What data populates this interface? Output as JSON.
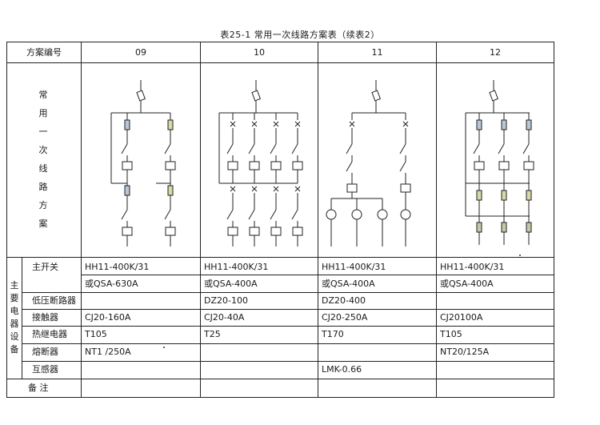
{
  "title": "表25-1  常用一次线路方案表（续表2）",
  "header": {
    "label": "方案编号",
    "schemes": [
      "09",
      "10",
      "11",
      "12"
    ]
  },
  "diagram_row_label": [
    "常",
    "用",
    "一",
    "次",
    "线",
    "路",
    "方",
    "案"
  ],
  "equipment_group_label": [
    "主",
    "要",
    "电",
    "器",
    "设",
    "备"
  ],
  "equipment_rows": [
    {
      "label": "主开关",
      "cells": [
        "HH11-400K/31",
        "HH11-400K/31",
        "HH11-400K/31",
        "HH11-400K/31"
      ]
    },
    {
      "label": "",
      "cells": [
        "或QSA-630A",
        "或QSA-400A",
        "或QSA-400A",
        "或QSA-400A"
      ]
    },
    {
      "label": "低压断路器",
      "cells": [
        "",
        "DZ20-100",
        "DZ20-400",
        ""
      ]
    },
    {
      "label": "接触器",
      "cells": [
        "CJ20-160A",
        "CJ20-40A",
        "CJ20-250A",
        "CJ20100A"
      ]
    },
    {
      "label": "热继电器",
      "cells": [
        "T105",
        "T25",
        "T170",
        "T105"
      ]
    },
    {
      "label": "熔断器",
      "cells": [
        "NT1 /250A",
        "",
        "",
        "NT20/125A"
      ]
    },
    {
      "label": "互感器",
      "cells": [
        "",
        "",
        "LMK-0.66",
        ""
      ]
    }
  ],
  "remarks_label": "备    注"
}
